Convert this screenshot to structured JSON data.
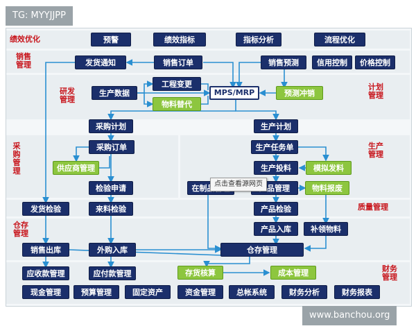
{
  "watermarks": {
    "top_left": "TG: MYYJJPP",
    "bottom_right": "www.banchou.org"
  },
  "tooltip": "点击查看源网页",
  "sections": {
    "perf": "绩效优化",
    "sales": "销售管理",
    "rnd": "研发管理",
    "plan": "计划管理",
    "purchase": "采购管理",
    "production": "生产管理",
    "quality": "质量管理",
    "warehouse": "仓存管理",
    "finance": "财务管理"
  },
  "nodes": {
    "yujing": "预警",
    "jixiao_zhibiao": "绩效指标",
    "zhibiao_fenxi": "指标分析",
    "liucheng_youhua": "流程优化",
    "fahuo_tongzhi": "发货通知",
    "xiaoshou_dingdan": "销售订单",
    "xiaoshou_yuce": "销售预测",
    "xinyong_kongzhi": "信用控制",
    "jiage_kongzhi": "价格控制",
    "shengchan_shuju": "生产数据",
    "gongcheng_biangeng": "工程变更",
    "wuliao_tidai": "物料替代",
    "mps_mrp": "MPS/MRP",
    "yuce_chongxiao": "预测冲销",
    "caigou_jihua": "采购计划",
    "shengchan_jihua": "生产计划",
    "caigou_dingdan": "采购订单",
    "gongyingshang_guanli": "供应商管理",
    "jianyan_shenqing": "检验申请",
    "shengchan_renwudan": "生产任务单",
    "shengchan_tou_liao": "生产投料",
    "moni_faliao": "模拟发料",
    "zaizhipin_guanli": "在制品管理",
    "chanpin_guanli": "产品管理",
    "wuliao_baofei": "物料报废",
    "fahuo_jianyan": "发货检验",
    "laoliao_jianyan": "来料检验",
    "chanpin_jianyan": "产品检验",
    "chanpin_ruku": "产品入库",
    "buling_wuliao": "补领物料",
    "xiaoshou_chuku": "销售出库",
    "waigou_ruku": "外购入库",
    "cangcun_guanli": "仓存管理",
    "yingshou": "应收款管理",
    "yingfu": "应付款管理",
    "cunhuo_hesuan": "存货核算",
    "chengben_guanli": "成本管理",
    "xianjin": "现金管理",
    "yusuan": "预算管理",
    "guding_zichan": "固定资产",
    "zijin": "资金管理",
    "zongzhang": "总帐系统",
    "caiwu_fenxi": "财务分析",
    "caiwu_baobiao": "财务报表"
  },
  "colors": {
    "node_dark": "#1b2f6b",
    "node_green": "#8dc63f",
    "section_label": "#c8161d",
    "connector": "#2a8fd1"
  }
}
